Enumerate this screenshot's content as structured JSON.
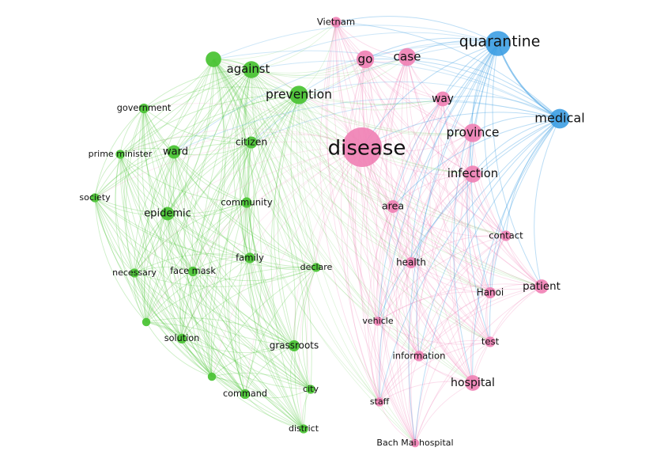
{
  "colors": {
    "green": "#4cc436",
    "pink": "#ef7fb4",
    "blue": "#3d9fe3",
    "label": "#111111"
  },
  "nodes": [
    {
      "id": "disease",
      "label": "disease",
      "cluster": "pink",
      "weight": 10
    },
    {
      "id": "quarantine",
      "label": "quarantine",
      "cluster": "blue",
      "weight": 6
    },
    {
      "id": "medical",
      "label": "medical",
      "cluster": "blue",
      "weight": 4.5
    },
    {
      "id": "vietnam",
      "label": "Vietnam",
      "cluster": "pink",
      "weight": 2
    },
    {
      "id": "go",
      "label": "go",
      "cluster": "pink",
      "weight": 4
    },
    {
      "id": "case",
      "label": "case",
      "cluster": "pink",
      "weight": 4
    },
    {
      "id": "way",
      "label": "way",
      "cluster": "pink",
      "weight": 3.2
    },
    {
      "id": "province",
      "label": "province",
      "cluster": "pink",
      "weight": 4.2
    },
    {
      "id": "infection",
      "label": "infection",
      "cluster": "pink",
      "weight": 3.8
    },
    {
      "id": "area",
      "label": "area",
      "cluster": "pink",
      "weight": 2.6
    },
    {
      "id": "contact",
      "label": "contact",
      "cluster": "pink",
      "weight": 2
    },
    {
      "id": "health",
      "label": "health",
      "cluster": "pink",
      "weight": 2.2
    },
    {
      "id": "patient",
      "label": "patient",
      "cluster": "pink",
      "weight": 3
    },
    {
      "id": "hanoi",
      "label": "Hanoi",
      "cluster": "pink",
      "weight": 2.2
    },
    {
      "id": "vehicle",
      "label": "vehicle",
      "cluster": "pink",
      "weight": 1.6
    },
    {
      "id": "test",
      "label": "test",
      "cluster": "pink",
      "weight": 2
    },
    {
      "id": "information",
      "label": "information",
      "cluster": "pink",
      "weight": 2
    },
    {
      "id": "hospital",
      "label": "hospital",
      "cluster": "pink",
      "weight": 3.4
    },
    {
      "id": "staff",
      "label": "staff",
      "cluster": "pink",
      "weight": 1.6
    },
    {
      "id": "bachmai",
      "label": "Bach Mai hospital",
      "cluster": "pink",
      "weight": 1.4
    },
    {
      "id": "against",
      "label": "against",
      "cluster": "green",
      "weight": 3.8
    },
    {
      "id": "prevention",
      "label": "prevention",
      "cluster": "green",
      "weight": 4.2
    },
    {
      "id": "government",
      "label": "government",
      "cluster": "green",
      "weight": 1.8
    },
    {
      "id": "ward",
      "label": "ward",
      "cluster": "green",
      "weight": 2.8
    },
    {
      "id": "citizen",
      "label": "citizen",
      "cluster": "green",
      "weight": 2.4
    },
    {
      "id": "primeminister",
      "label": "prime minister",
      "cluster": "green",
      "weight": 1.6
    },
    {
      "id": "society",
      "label": "society",
      "cluster": "green",
      "weight": 1.6
    },
    {
      "id": "epidemic",
      "label": "epidemic",
      "cluster": "green",
      "weight": 2.8
    },
    {
      "id": "community",
      "label": "community",
      "cluster": "green",
      "weight": 2
    },
    {
      "id": "family",
      "label": "family",
      "cluster": "green",
      "weight": 2
    },
    {
      "id": "facemask",
      "label": "face mask",
      "cluster": "green",
      "weight": 1.8
    },
    {
      "id": "necessary",
      "label": "necessary",
      "cluster": "green",
      "weight": 1.6
    },
    {
      "id": "declare",
      "label": "declare",
      "cluster": "green",
      "weight": 1.6
    },
    {
      "id": "solution",
      "label": "solution",
      "cluster": "green",
      "weight": 1.8
    },
    {
      "id": "grassroots",
      "label": "grassroots",
      "cluster": "green",
      "weight": 2.2
    },
    {
      "id": "command",
      "label": "command",
      "cluster": "green",
      "weight": 1.8
    },
    {
      "id": "city",
      "label": "city",
      "cluster": "green",
      "weight": 1.6
    },
    {
      "id": "district",
      "label": "district",
      "cluster": "green",
      "weight": 1.6
    },
    {
      "id": "n_green_a",
      "label": "",
      "cluster": "green",
      "weight": 3.4
    },
    {
      "id": "n_green_b",
      "label": "",
      "cluster": "green",
      "weight": 1.4
    },
    {
      "id": "n_green_c",
      "label": "",
      "cluster": "green",
      "weight": 1.4
    }
  ]
}
